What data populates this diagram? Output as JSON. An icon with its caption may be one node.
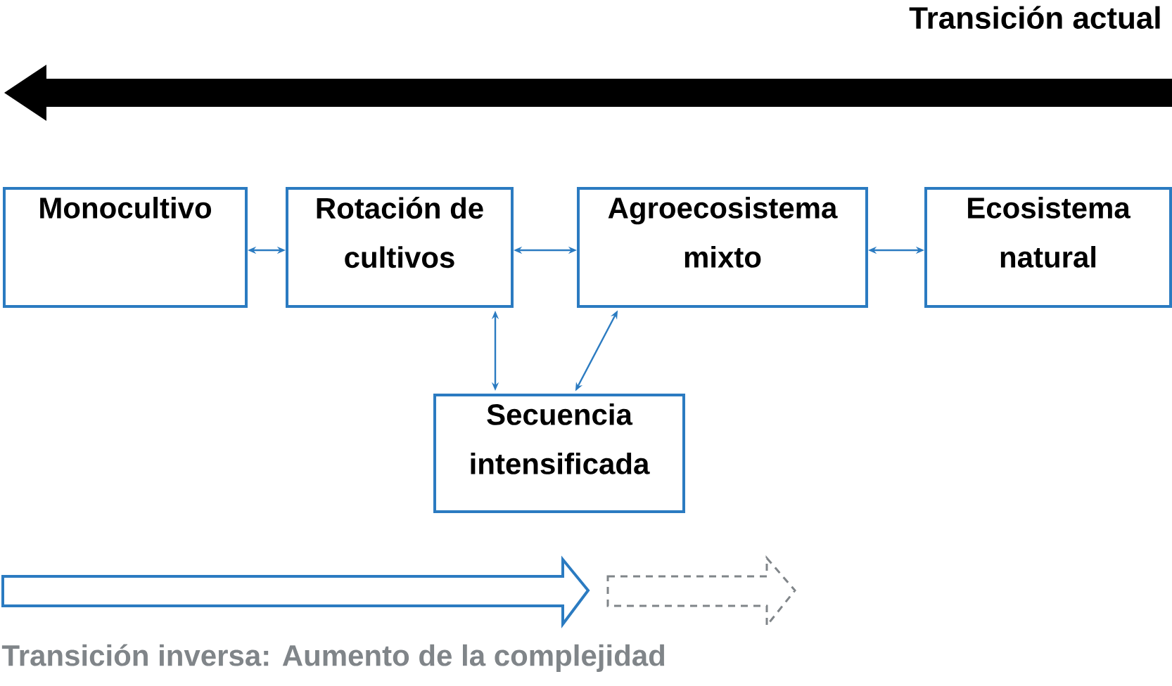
{
  "diagram": {
    "title": "Transición actual",
    "nodes": [
      {
        "text": [
          "Monocultivo"
        ]
      },
      {
        "text": [
          "Rotación de cultivos"
        ]
      },
      {
        "text": [
          "Agroecosistema mixto"
        ]
      },
      {
        "text": [
          "Ecosistema natural"
        ]
      },
      {
        "text": [
          "Secuencia intensificada"
        ]
      }
    ],
    "edges": [
      {
        "from": 0,
        "to": 1,
        "arrow": "both"
      },
      {
        "from": 1,
        "to": 2,
        "arrow": "both"
      },
      {
        "from": 2,
        "to": 3,
        "arrow": "both"
      },
      {
        "from": 1,
        "to": 4,
        "arrow": "both"
      },
      {
        "from": 4,
        "to": 2,
        "arrow": "both"
      }
    ],
    "labels": [
      "Transición inversa: Aumento de la complejidad"
    ]
  }
}
